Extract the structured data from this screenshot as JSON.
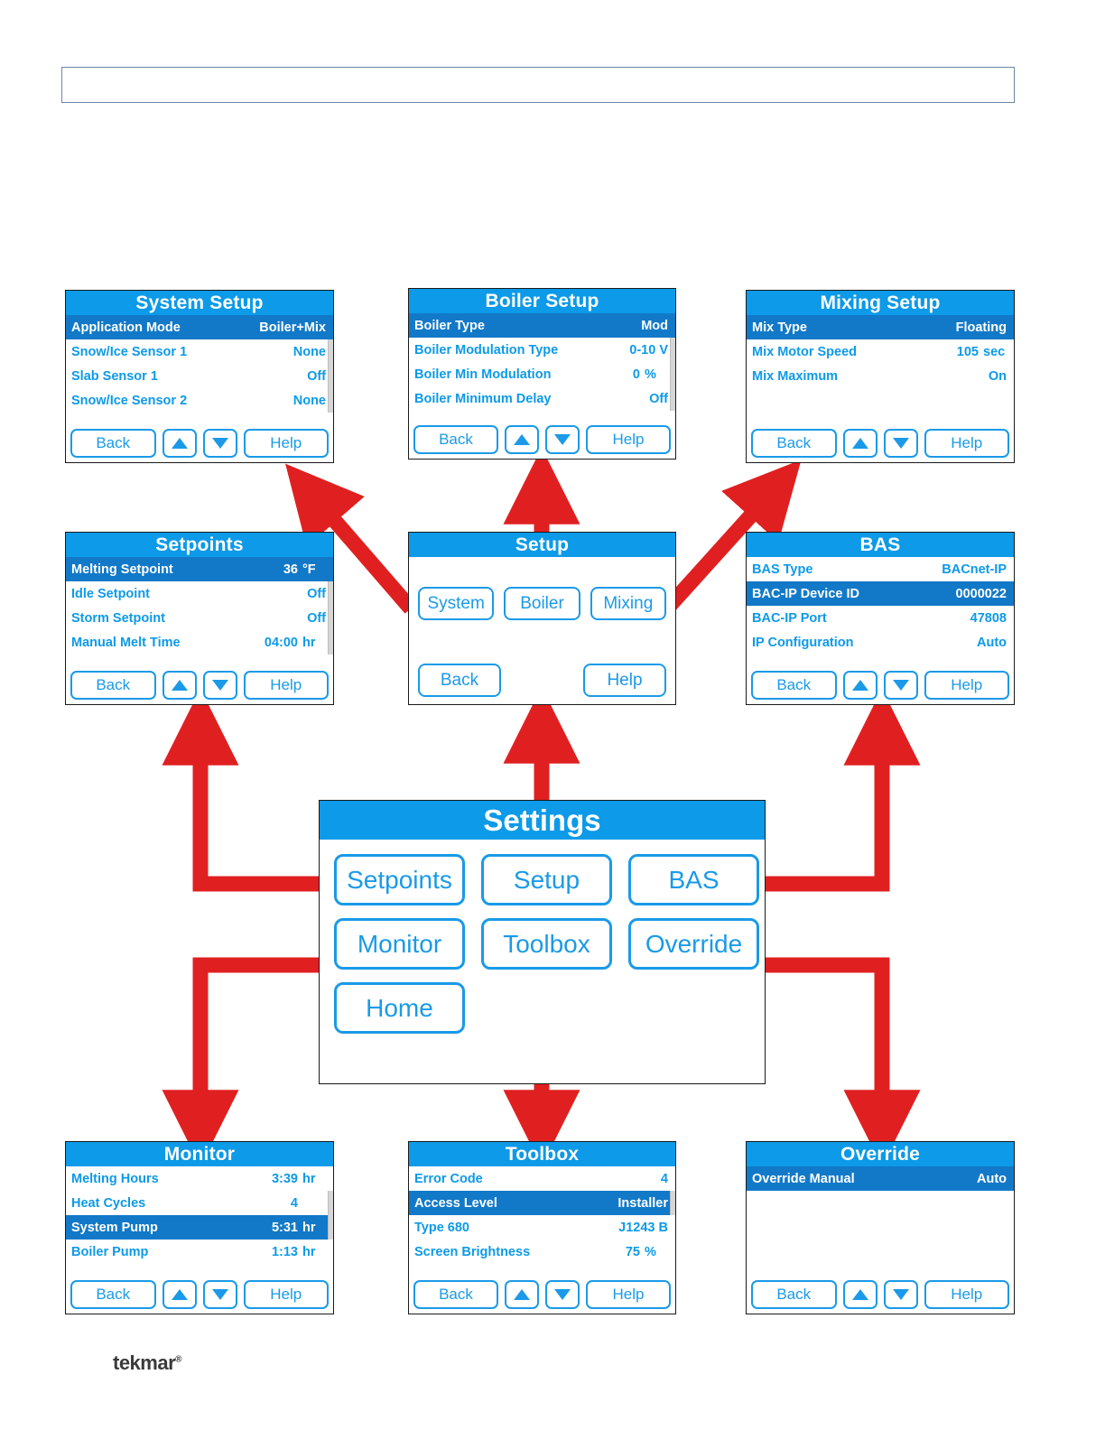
{
  "header": {
    "bar_gradient_from": "#ffffff",
    "bar_gradient_to": "#2f6fc0"
  },
  "colors": {
    "title_bar": "#0d9ae8",
    "selected_row": "#1279c8",
    "text_blue": "#0d9ae8",
    "button_blue": "#1a9ae8",
    "arrow_red": "#e02020"
  },
  "footer": {
    "brand": "tekmar",
    "registered_mark": "®"
  },
  "nav_buttons": {
    "back": "Back",
    "help": "Help",
    "up_icon": "up-triangle-icon",
    "down_icon": "down-triangle-icon"
  },
  "panels": {
    "system_setup": {
      "title": "System Setup",
      "rows": [
        {
          "label": "Application Mode",
          "value": "Boiler+Mix",
          "unit": "",
          "selected": true
        },
        {
          "label": "Snow/Ice Sensor 1",
          "value": "None",
          "unit": "",
          "selected": false
        },
        {
          "label": "Slab Sensor 1",
          "value": "Off",
          "unit": "",
          "selected": false
        },
        {
          "label": "Snow/Ice Sensor 2",
          "value": "None",
          "unit": "",
          "selected": false
        }
      ]
    },
    "boiler_setup": {
      "title": "Boiler Setup",
      "rows": [
        {
          "label": "Boiler Type",
          "value": "Mod",
          "unit": "",
          "selected": true
        },
        {
          "label": "Boiler Modulation Type",
          "value": "0-10 V",
          "unit": "",
          "selected": false
        },
        {
          "label": "Boiler Min Modulation",
          "value": "0",
          "unit": "%",
          "selected": false
        },
        {
          "label": "Boiler Minimum Delay",
          "value": "Off",
          "unit": "",
          "selected": false
        }
      ]
    },
    "mixing_setup": {
      "title": "Mixing Setup",
      "rows": [
        {
          "label": "Mix Type",
          "value": "Floating",
          "unit": "",
          "selected": true
        },
        {
          "label": "Mix Motor Speed",
          "value": "105",
          "unit": "sec",
          "selected": false
        },
        {
          "label": "Mix Maximum",
          "value": "On",
          "unit": "",
          "selected": false
        },
        {
          "label": "",
          "value": "",
          "unit": "",
          "selected": false
        }
      ]
    },
    "setpoints": {
      "title": "Setpoints",
      "rows": [
        {
          "label": "Melting Setpoint",
          "value": "36",
          "unit": "°F",
          "selected": true
        },
        {
          "label": "Idle Setpoint",
          "value": "Off",
          "unit": "",
          "selected": false
        },
        {
          "label": "Storm Setpoint",
          "value": "Off",
          "unit": "",
          "selected": false
        },
        {
          "label": "Manual Melt Time",
          "value": "04:00",
          "unit": "hr",
          "selected": false
        }
      ]
    },
    "setup_menu": {
      "title": "Setup",
      "buttons": [
        "System",
        "Boiler",
        "Mixing"
      ],
      "back": "Back",
      "help": "Help"
    },
    "bas": {
      "title": "BAS",
      "rows": [
        {
          "label": "BAS Type",
          "value": "BACnet-IP",
          "unit": "",
          "selected": false
        },
        {
          "label": "BAC-IP Device ID",
          "value": "0000022",
          "unit": "",
          "selected": true
        },
        {
          "label": "BAC-IP Port",
          "value": "47808",
          "unit": "",
          "selected": false
        },
        {
          "label": "IP Configuration",
          "value": "Auto",
          "unit": "",
          "selected": false
        }
      ]
    },
    "monitor": {
      "title": "Monitor",
      "rows": [
        {
          "label": "Melting Hours",
          "value": "3:39",
          "unit": "hr",
          "selected": false
        },
        {
          "label": "Heat Cycles",
          "value": "4",
          "unit": "",
          "selected": false
        },
        {
          "label": "System Pump",
          "value": "5:31",
          "unit": "hr",
          "selected": true
        },
        {
          "label": "Boiler Pump",
          "value": "1:13",
          "unit": "hr",
          "selected": false
        }
      ]
    },
    "toolbox": {
      "title": "Toolbox",
      "rows": [
        {
          "label": "Error Code",
          "value": "4",
          "unit": "",
          "selected": false
        },
        {
          "label": "Access Level",
          "value": "Installer",
          "unit": "",
          "selected": true
        },
        {
          "label": "Type 680",
          "value": "J1243 B",
          "unit": "",
          "selected": false
        },
        {
          "label": "Screen Brightness",
          "value": "75",
          "unit": "%",
          "selected": false
        }
      ]
    },
    "override": {
      "title": "Override",
      "rows": [
        {
          "label": "Override Manual",
          "value": "Auto",
          "unit": "",
          "selected": true
        },
        {
          "label": "",
          "value": "",
          "unit": "",
          "selected": false
        },
        {
          "label": "",
          "value": "",
          "unit": "",
          "selected": false
        },
        {
          "label": "",
          "value": "",
          "unit": "",
          "selected": false
        }
      ]
    },
    "settings": {
      "title": "Settings",
      "buttons": [
        [
          "Setpoints",
          "Setup",
          "BAS"
        ],
        [
          "Monitor",
          "Toolbox",
          "Override"
        ],
        [
          "Home"
        ]
      ]
    }
  }
}
